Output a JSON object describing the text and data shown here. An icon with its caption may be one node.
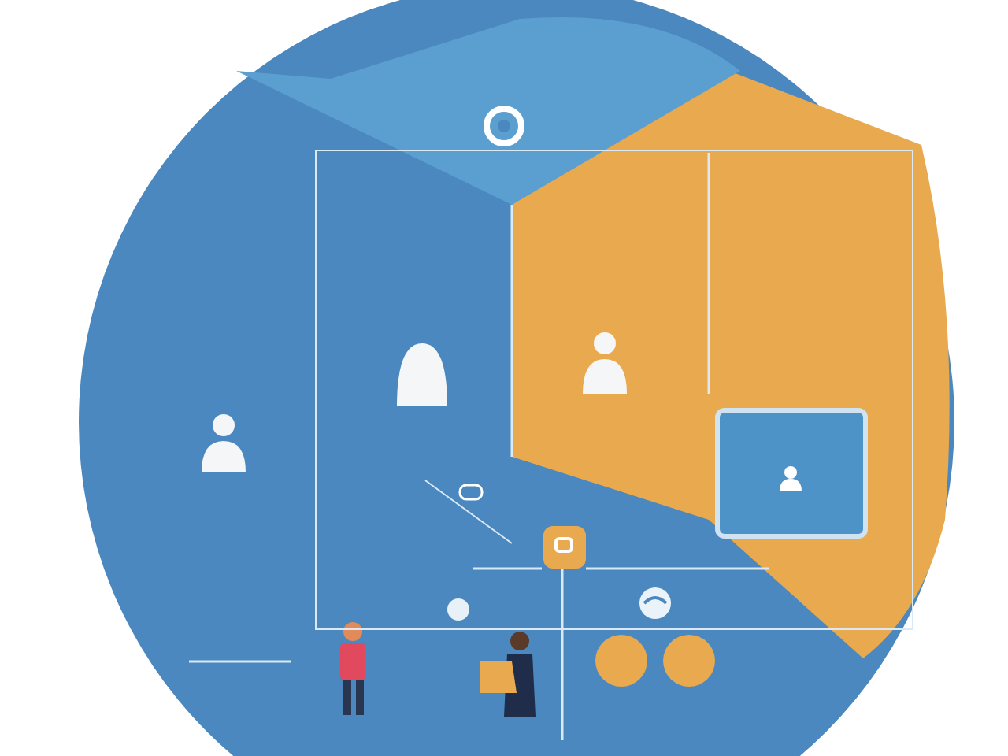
{
  "diagram": {
    "nodes": [
      {
        "text": [],
        "shape": "box"
      },
      {
        "text": [],
        "shape": "box",
        "in": 0
      },
      {
        "text": [],
        "shape": "box",
        "in": 0
      },
      {
        "text": [],
        "shape": "circle"
      },
      {
        "text": [],
        "shape": "circle"
      }
    ]
  }
}
